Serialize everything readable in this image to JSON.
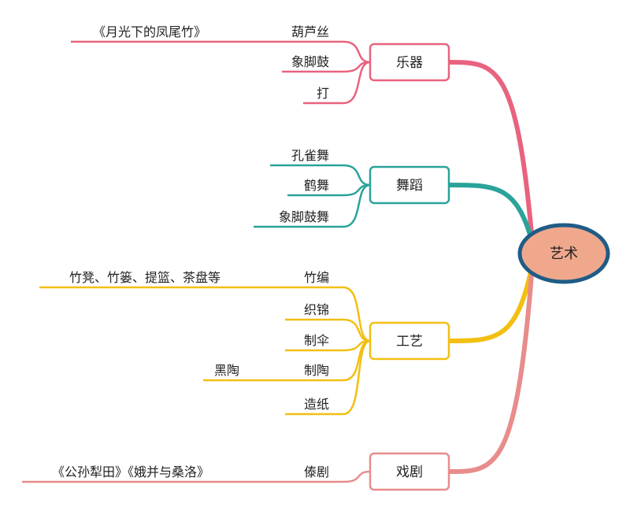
{
  "root": {
    "label": "艺术",
    "fill": "#f0a88c",
    "stroke": "#1f5c86"
  },
  "branches": [
    {
      "id": "instruments",
      "label": "乐器",
      "color": "#e8637f",
      "children": [
        {
          "label": "葫芦丝",
          "detail": "《月光下的凤尾竹》"
        },
        {
          "label": "象脚鼓",
          "detail": ""
        },
        {
          "label": "打",
          "detail": ""
        }
      ]
    },
    {
      "id": "dance",
      "label": "舞蹈",
      "color": "#2aa39a",
      "children": [
        {
          "label": "孔雀舞",
          "detail": ""
        },
        {
          "label": "鹤舞",
          "detail": ""
        },
        {
          "label": "象脚鼓舞",
          "detail": ""
        }
      ]
    },
    {
      "id": "craft",
      "label": "工艺",
      "color": "#f2bf12",
      "children": [
        {
          "label": "竹编",
          "detail": "竹凳、竹篓、提篮、茶盘等"
        },
        {
          "label": "织锦",
          "detail": ""
        },
        {
          "label": "制伞",
          "detail": ""
        },
        {
          "label": "制陶",
          "detail": "黑陶"
        },
        {
          "label": "造纸",
          "detail": ""
        }
      ]
    },
    {
      "id": "opera",
      "label": "戏剧",
      "color": "#e88c8c",
      "children": [
        {
          "label": "傣剧",
          "detail": "《公孙犁田》《娥并与桑洛》"
        }
      ]
    }
  ]
}
